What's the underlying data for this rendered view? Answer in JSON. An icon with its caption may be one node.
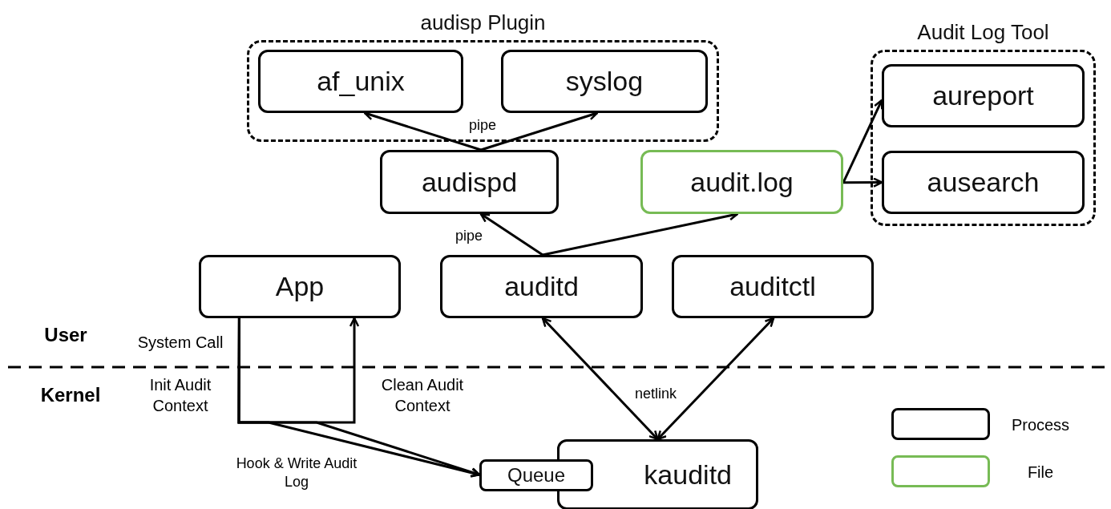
{
  "diagram": {
    "nodes": [
      {
        "text": [
          "audisp Plugin"
        ]
      },
      {
        "text": [
          "af_unix"
        ],
        "in": 0
      },
      {
        "text": [
          "syslog"
        ],
        "in": 0
      },
      {
        "text": [
          "Audit Log Tool"
        ]
      },
      {
        "text": [
          "aureport"
        ],
        "in": 3
      },
      {
        "text": [
          "ausearch"
        ],
        "in": 3
      },
      {
        "text": [
          "audispd"
        ]
      },
      {
        "text": [
          "audit.log"
        ]
      },
      {
        "text": [
          "App"
        ]
      },
      {
        "text": [
          "auditd"
        ]
      },
      {
        "text": [
          "auditctl"
        ]
      },
      {
        "text": [
          "kauditd"
        ]
      },
      {
        "text": [
          "Queue"
        ]
      }
    ],
    "edges": [
      {
        "from": 6,
        "to": 1,
        "arrow": "to",
        "label": "pipe"
      },
      {
        "from": 6,
        "to": 2,
        "arrow": "to"
      },
      {
        "from": 9,
        "to": 6,
        "arrow": "to",
        "label": "pipe"
      },
      {
        "from": 9,
        "to": 7,
        "arrow": "to"
      },
      {
        "from": 7,
        "to": 4,
        "arrow": "to"
      },
      {
        "from": 7,
        "to": 5,
        "arrow": "to"
      },
      {
        "from": 9,
        "to": 11,
        "arrow": "both",
        "label": "netlink"
      },
      {
        "from": 10,
        "to": 11,
        "arrow": "both"
      },
      {
        "from": 8,
        "to": 8,
        "arrow": "to"
      },
      {
        "from": 8,
        "to": 12,
        "arrow": "to",
        "label": "Hook & Write Audit Log"
      },
      {
        "from": 8,
        "to": 12,
        "arrow": "to"
      }
    ],
    "labels": [
      "User",
      "System Call",
      "Init Audit Context",
      "Clean Audit Context",
      "Kernel"
    ],
    "legend": [
      {
        "text": "Process",
        "color": "#000000"
      },
      {
        "text": "File",
        "color": "#77bb55"
      }
    ]
  }
}
